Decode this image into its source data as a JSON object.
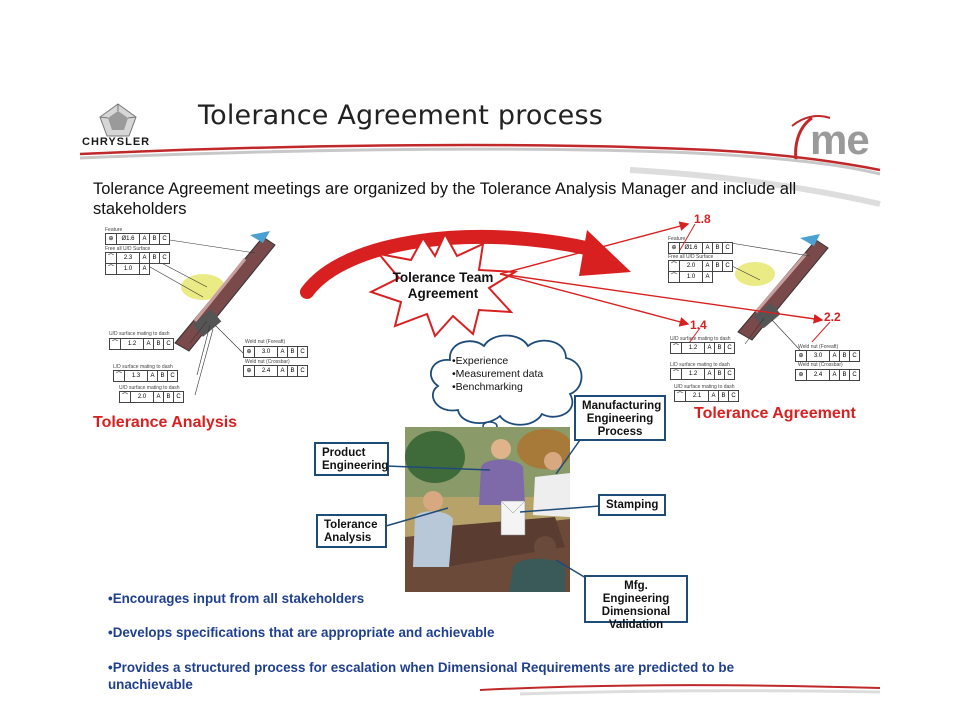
{
  "header": {
    "title": "Tolerance Agreement process",
    "brand_left": "CHRYSLER",
    "brand_right": "me"
  },
  "intro": "Tolerance Agreement meetings are organized by the Tolerance Analysis Manager and include all stakeholders",
  "star_label": "Tolerance Team Agreement",
  "thought": [
    "•Experience",
    "•Measurement data",
    "•Benchmarking"
  ],
  "left_diagram": {
    "label": "Tolerance Analysis",
    "fcf": [
      {
        "sym": "⊕",
        "val": "Ø1.6",
        "refs": [
          "A",
          "B",
          "C"
        ]
      },
      {
        "sym": "⌒",
        "val": "2.3",
        "refs": [
          "A",
          "B",
          "C"
        ]
      },
      {
        "sym": "⌒",
        "val": "1.0",
        "refs": [
          "A"
        ]
      },
      {
        "sym": "⌒",
        "val": "1.2",
        "refs": [
          "A",
          "B",
          "C"
        ]
      },
      {
        "sym": "⊕",
        "val": "3.0",
        "refs": [
          "A",
          "B",
          "C"
        ]
      },
      {
        "sym": "⌒",
        "val": "1.3",
        "refs": [
          "A",
          "B",
          "C"
        ]
      },
      {
        "sym": "⊕",
        "val": "2.4",
        "refs": [
          "A",
          "B",
          "C"
        ]
      },
      {
        "sym": "⌒",
        "val": "2.0",
        "refs": [
          "A",
          "B",
          "C"
        ]
      }
    ]
  },
  "right_diagram": {
    "label": "Tolerance Agreement",
    "changes": [
      "1.8",
      "1.4",
      "2.2"
    ],
    "fcf": [
      {
        "sym": "⊕",
        "val": "Ø1.6",
        "refs": [
          "A",
          "B",
          "C"
        ]
      },
      {
        "sym": "⌒",
        "val": "2.0",
        "refs": [
          "A",
          "B",
          "C"
        ]
      },
      {
        "sym": "⌒",
        "val": "1.0",
        "refs": [
          "A"
        ]
      },
      {
        "sym": "⌒",
        "val": "1.2",
        "refs": [
          "A",
          "B",
          "C"
        ]
      },
      {
        "sym": "⊕",
        "val": "3.0",
        "refs": [
          "A",
          "B",
          "C"
        ]
      },
      {
        "sym": "⌒",
        "val": "1.2",
        "refs": [
          "A",
          "B",
          "C"
        ]
      },
      {
        "sym": "⊕",
        "val": "2.4",
        "refs": [
          "A",
          "B",
          "C"
        ]
      },
      {
        "sym": "⌒",
        "val": "2.1",
        "refs": [
          "A",
          "B",
          "C"
        ]
      }
    ]
  },
  "callouts": {
    "product": "Product Engineering",
    "manufacturing": "Manufacturing Engineering Process",
    "stamping": "Stamping",
    "tolerance": "Tolerance Analysis",
    "mfg_dim": [
      "Mfg. Engineering",
      "Dimensional",
      "Validation"
    ]
  },
  "bullets": [
    "•Encourages input from all stakeholders",
    "•Develops specifications that are appropriate and achievable",
    "•Provides a structured process for escalation when Dimensional Requirements are predicted to be unachievable"
  ],
  "colors": {
    "accent_red": "#d92020",
    "bullet_blue": "#1f3f8f",
    "callout_border": "#1e4c7a"
  }
}
